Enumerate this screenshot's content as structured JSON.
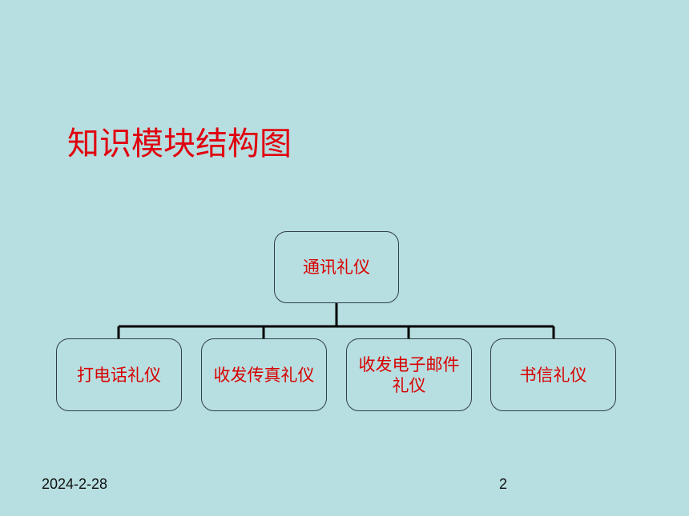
{
  "slide": {
    "title": "知识模块结构图",
    "footer_date": "2024-2-28",
    "page_number": "2"
  },
  "diagram": {
    "root": "通讯礼仪",
    "children": [
      "打电话礼仪",
      "收发传真礼仪",
      "收发电子邮件礼仪",
      "书信礼仪"
    ]
  },
  "colors": {
    "background": "#b7dee0",
    "title": "#e0000e",
    "node_text": "#d80000",
    "connector": "#000000"
  }
}
